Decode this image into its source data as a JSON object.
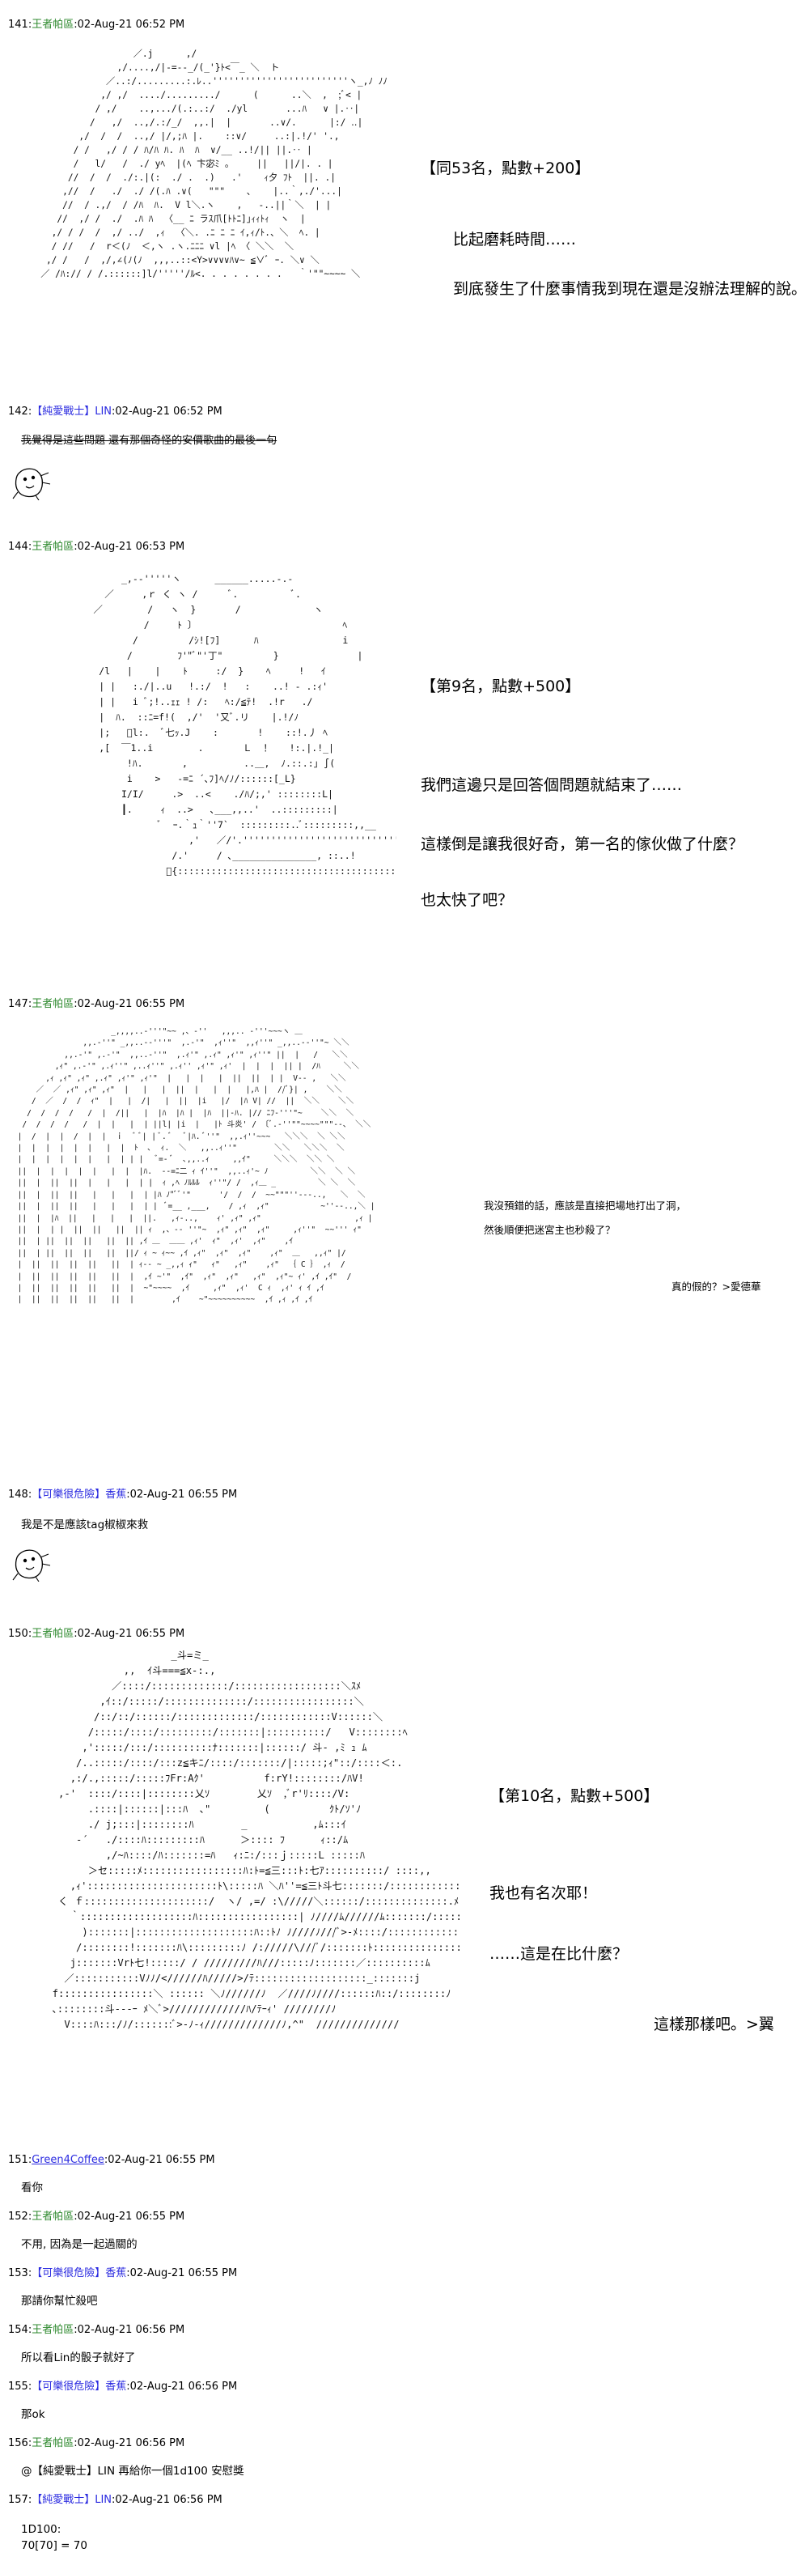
{
  "posts": {
    "p141": {
      "num": "141:",
      "name": "王者帕區",
      "date": ":02-Aug-21 06:52 PM"
    },
    "p142": {
      "num": "142:",
      "name": "【純愛戰士】LIN",
      "date": ":02-Aug-21 06:52 PM"
    },
    "p144": {
      "num": "144:",
      "name": "王者帕區",
      "date": ":02-Aug-21 06:53 PM"
    },
    "p147": {
      "num": "147:",
      "name": "王者帕區",
      "date": ":02-Aug-21 06:55 PM"
    },
    "p148": {
      "num": "148:",
      "name": "【可樂很危險】香蕉",
      "date": ":02-Aug-21 06:55 PM"
    },
    "p150": {
      "num": "150:",
      "name": "王者帕區",
      "date": ":02-Aug-21 06:55 PM"
    },
    "p151": {
      "num": "151:",
      "name": "Green4Coffee",
      "date": ":02-Aug-21 06:55 PM"
    },
    "p152": {
      "num": "152:",
      "name": "王者帕區",
      "date": ":02-Aug-21 06:55 PM"
    },
    "p153": {
      "num": "153:",
      "name": "【可樂很危險】香蕉",
      "date": ":02-Aug-21 06:55 PM"
    },
    "p154": {
      "num": "154:",
      "name": "王者帕區",
      "date": ":02-Aug-21 06:56 PM"
    },
    "p155": {
      "num": "155:",
      "name": "【可樂很危險】香蕉",
      "date": ":02-Aug-21 06:56 PM"
    },
    "p156": {
      "num": "156:",
      "name": "王者帕區",
      "date": ":02-Aug-21 06:56 PM"
    },
    "p157": {
      "num": "157:",
      "name": "【純愛戰士】LIN",
      "date": ":02-Aug-21 06:56 PM"
    }
  },
  "text": {
    "s141_1": "【同53名，點數+200】",
    "s141_2": "比起磨耗時間……",
    "s141_3": "到底發生了什麼事情我到現在還是沒辦法理解的說。",
    "m142": "我覺得是這些問題 還有那個奇怪的安價歌曲的最後一句",
    "s144_1": "【第9名，點數+500】",
    "s144_2": "我們這邊只是回答個問題就結束了……",
    "s144_3": "這樣倒是讓我很好奇，第一名的傢伙做了什麼？",
    "s144_4": "也太快了吧？",
    "s147_1": "我沒預錯的話，應該是直接把場地打出了洞，",
    "s147_2": "然後順便把迷宮主也秒殺了？",
    "s147_3": "真的假的？>愛德華",
    "m148": "我是不是應該tag椒椒來救",
    "s150_1": "【第10名，點數+500】",
    "s150_2": "我也有名次耶！",
    "s150_3": "……這是在比什麼？",
    "s150_4": "這樣那樣吧。>翼",
    "m151": "看你",
    "m152": "不用, 因為是一起過關的",
    "m153": "那請你幫忙殺吧",
    "m154": "所以看Lin的骰子就好了",
    "m155": "那ok",
    "m156": "@【純愛戰士】LIN 再給你一個1d100 安慰獎",
    "m157_1": "1D100:",
    "m157_2": "70[70] = 70"
  },
  "colors": {
    "green_name": "#2f8a2f",
    "blue_name": "#2a2ae0"
  }
}
